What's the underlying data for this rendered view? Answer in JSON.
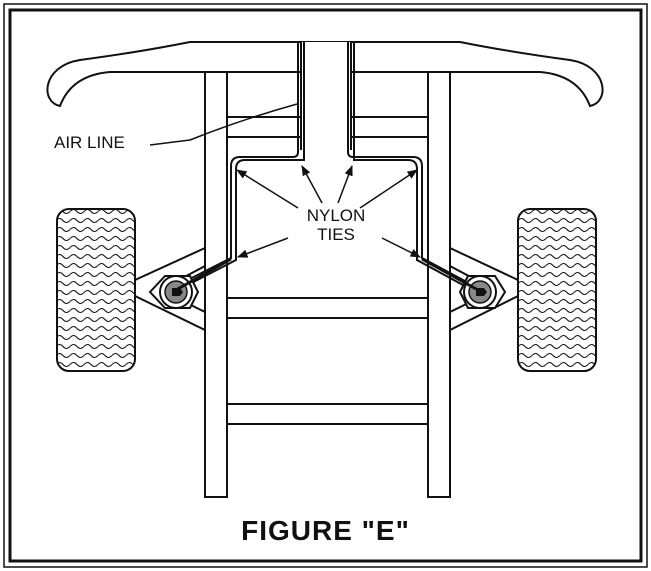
{
  "labels": {
    "air_line": "AIR LINE",
    "nylon_ties_line1": "NYLON",
    "nylon_ties_line2": "TIES"
  },
  "caption": "FIGURE \"E\"",
  "colors": {
    "stroke": "#111111",
    "background": "#ffffff"
  }
}
